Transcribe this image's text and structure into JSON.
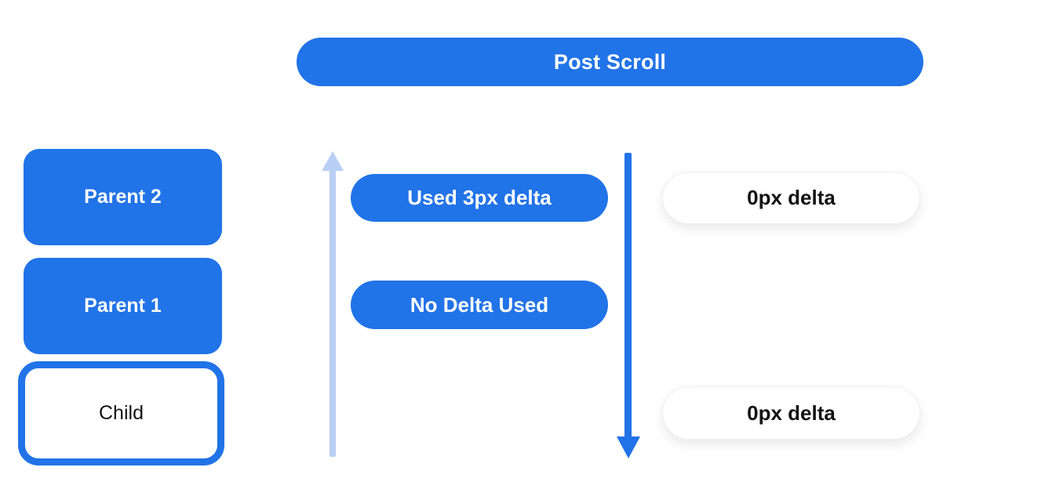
{
  "diagram": {
    "title": "Post Scroll",
    "left_column": {
      "parent2_label": "Parent 2",
      "parent1_label": "Parent 1",
      "child_label": "Child"
    },
    "middle_column": {
      "used_delta_label": "Used 3px delta",
      "no_delta_label": "No Delta Used"
    },
    "right_column": {
      "top_delta_label": "0px delta",
      "bottom_delta_label": "0px delta"
    },
    "icons": {
      "up_arrow": "scroll-up-arrow",
      "down_arrow": "scroll-down-arrow"
    },
    "colors": {
      "primary_blue": "#2173e8",
      "light_blue": "#b9d0f4",
      "text_dark": "#121212",
      "background": "#ffffff"
    }
  }
}
